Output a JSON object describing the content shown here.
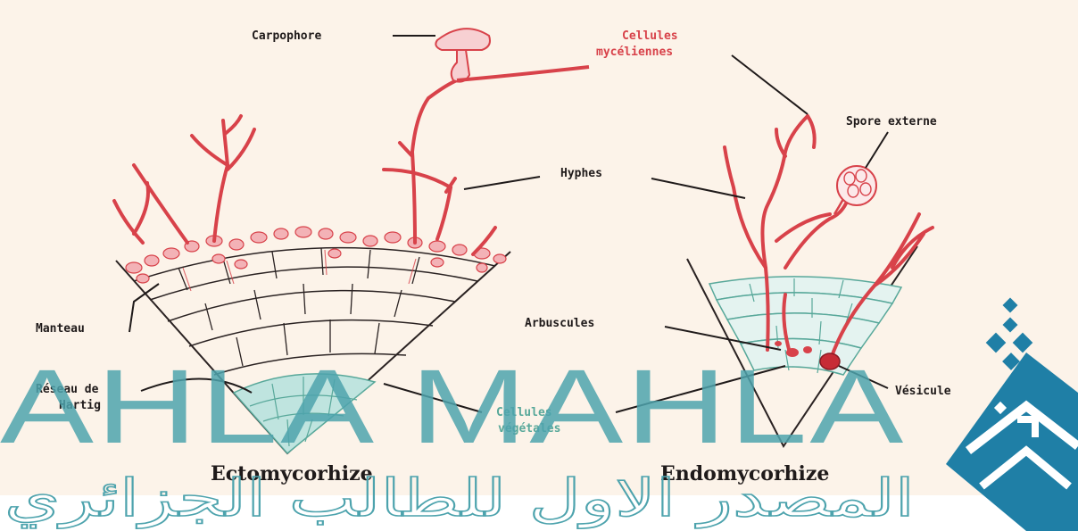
{
  "labels": {
    "carpophore": "Carpophore",
    "cellules_myceliennes_1": "Cellules",
    "cellules_myceliennes_2": "mycéliennes",
    "spore_externe": "Spore externe",
    "hyphes": "Hyphes",
    "manteau": "Manteau",
    "arbuscules": "Arbuscules",
    "reseau_1": "Réseau de",
    "reseau_2": "Hartig",
    "cellules_vegetales_1": "Cellules",
    "cellules_vegetales_2": "végétales",
    "vesicule": "Vésicule"
  },
  "titles": {
    "ecto": "Ectomycorhize",
    "endo": "Endomycorhize"
  },
  "watermark": {
    "latin": "AHLA MAHLA",
    "arabic": "المصدر الاول للطالب الجزائري"
  },
  "colors": {
    "background": "#fcf3e9",
    "fungus": "#d8424a",
    "plant_cells": "#58a89a",
    "watermark": "#4da3ad",
    "logo": "#1f7fa6"
  }
}
